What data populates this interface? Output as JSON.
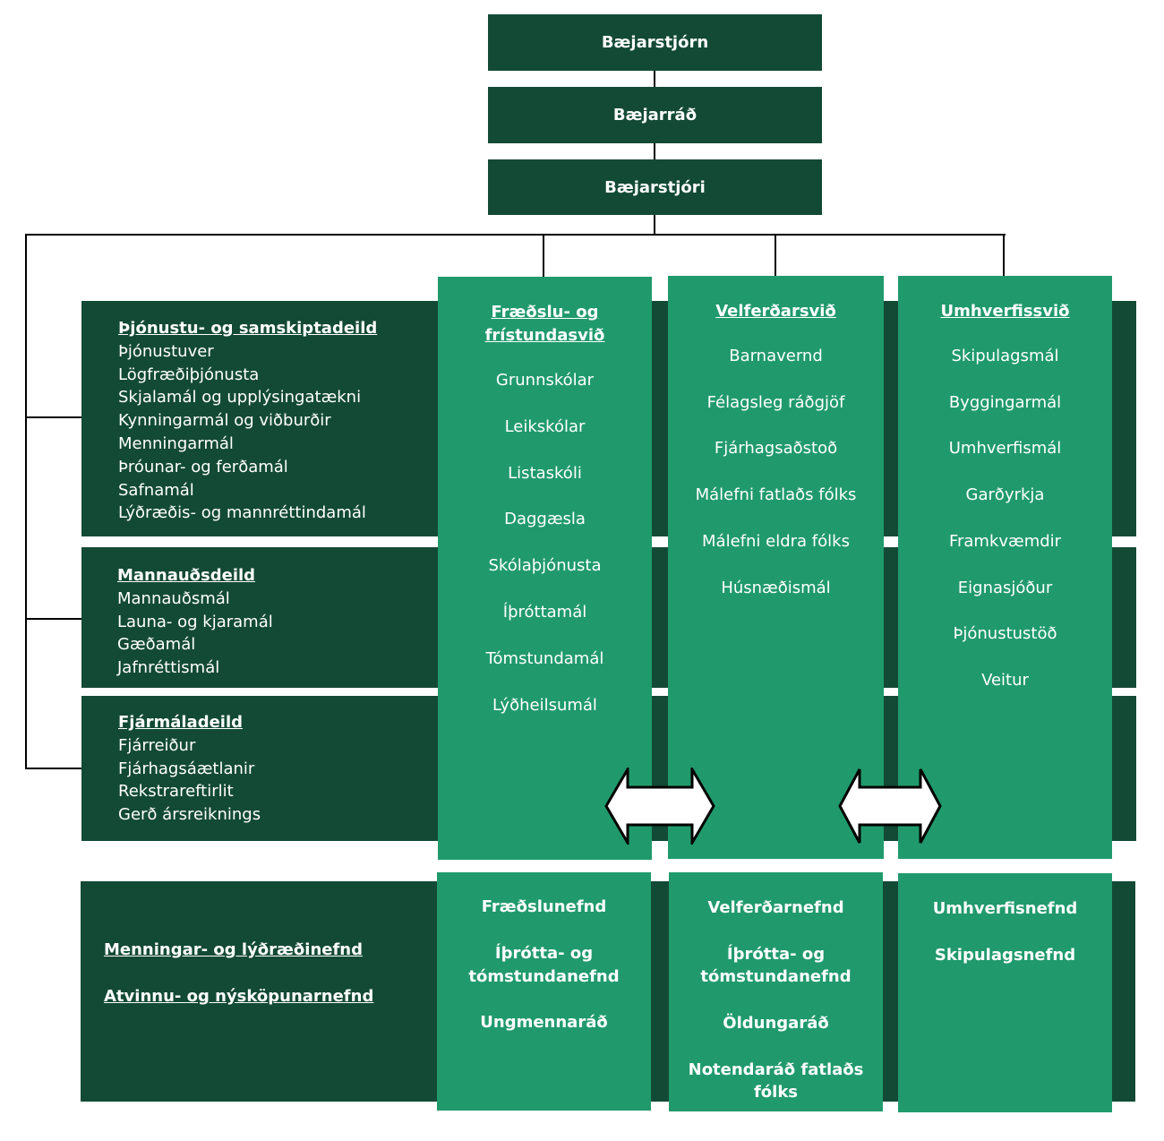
{
  "top": {
    "council": "Bæjarstjórn",
    "board": "Bæjarráð",
    "mayor": "Bæjarstjóri"
  },
  "departments": {
    "service": {
      "title": "Þjónustu- og samskiptadeild",
      "items": [
        "Þjónustuver",
        "Lögfræðiþjónusta",
        "Skjalamál og upplýsingatækni",
        "Kynningarmál og viðburðir",
        "Menningarmál",
        "Þróunar- og ferðamál",
        "Safnamál",
        "Lýðræðis- og mannréttindamál"
      ]
    },
    "hr": {
      "title": "Mannauðsdeild",
      "items": [
        "Mannauðsmál",
        "Launa- og kjaramál",
        "Gæðamál",
        "Jafnréttismál"
      ]
    },
    "finance": {
      "title": "Fjármáladeild",
      "items": [
        "Fjárreiður",
        "Fjárhagsáætlanir",
        "Rekstrareftirlit",
        "Gerð ársreiknings"
      ]
    }
  },
  "divisions": {
    "education": {
      "title_line1": "Fræðslu- og",
      "title_line2": "frístundasvið",
      "items": [
        "Grunnskólar",
        "Leikskólar",
        "Listaskóli",
        "Daggæsla",
        "Skólaþjónusta",
        "Íþróttamál",
        "Tómstundamál",
        "Lýðheilsumál"
      ]
    },
    "welfare": {
      "title": "Velferðarsvið",
      "items": [
        "Barnavernd",
        "Félagsleg ráðgjöf",
        "Fjárhagsaðstoð",
        "Málefni fatlaðs fólks",
        "Málefni eldra fólks",
        "Húsnæðismál"
      ]
    },
    "environment": {
      "title": "Umhverfissvið",
      "items": [
        "Skipulagsmál",
        "Byggingarmál",
        "Umhverfismál",
        "Garðyrkja",
        "Framkvæmdir",
        "Eignasjóður",
        "Þjónustustöð",
        "Veitur"
      ]
    }
  },
  "committees": {
    "left": [
      "Menningar- og  lýðræðinefnd",
      "Atvinnu- og nýsköpunarnefnd"
    ],
    "education": [
      "Fræðslunefnd",
      "Íþrótta- og",
      "tómstundanefnd",
      "Ungmennaráð"
    ],
    "welfare": [
      "Velferðarnefnd",
      "Íþrótta- og",
      "tómstundanefnd",
      "Öldungaráð",
      "Notendaráð fatlaðs",
      "fólks"
    ],
    "environment": [
      "Umhverfisnefnd",
      "Skipulagsnefnd"
    ]
  },
  "colors": {
    "dark_green": "#134a36",
    "light_green": "#209a6c"
  }
}
